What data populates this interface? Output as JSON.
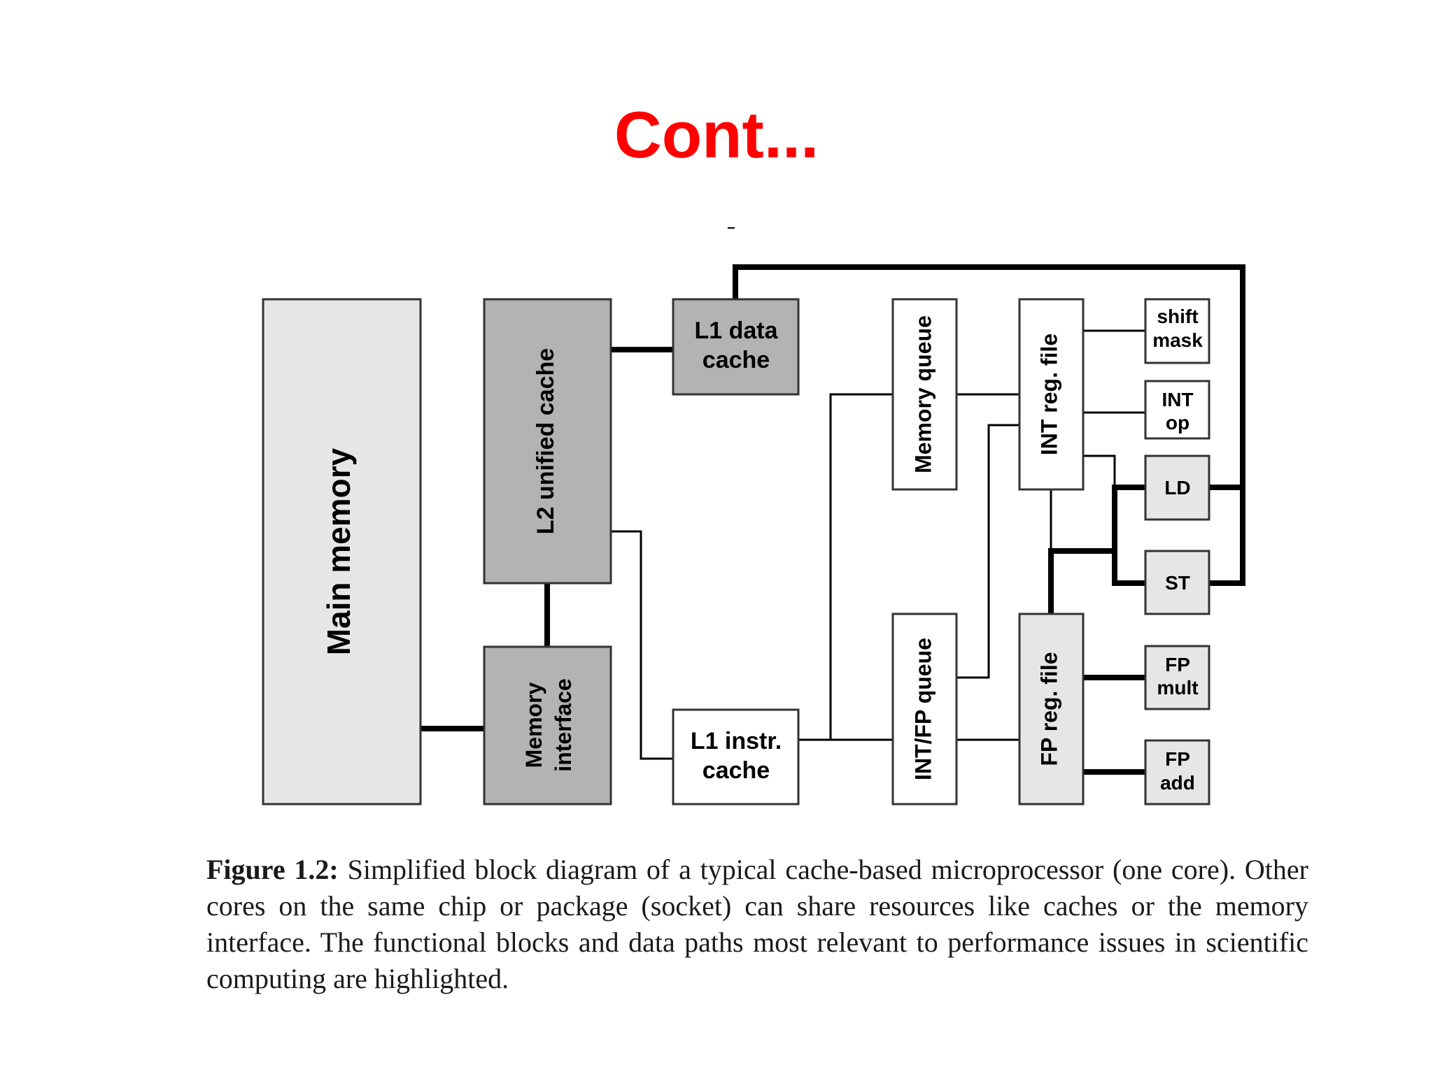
{
  "slide": {
    "title": "Cont..."
  },
  "diagram": {
    "colors": {
      "dark_block": "#b3b3b3",
      "light_block": "#e6e6e6",
      "white_block": "#ffffff",
      "stroke": "#000000"
    },
    "blocks": {
      "main_memory": "Main memory",
      "l2_cache": "L2 unified cache",
      "memory_interface": [
        "Memory",
        "interface"
      ],
      "l1_data_cache": [
        "L1 data",
        "cache"
      ],
      "l1_instr_cache": [
        "L1 instr.",
        "cache"
      ],
      "memory_queue": "Memory queue",
      "int_fp_queue": "INT/FP queue",
      "int_reg_file": "INT reg. file",
      "fp_reg_file": "FP reg. file",
      "shift_mask": [
        "shift",
        "mask"
      ],
      "int_op": [
        "INT",
        "op"
      ],
      "ld": "LD",
      "st": "ST",
      "fp_mult": [
        "FP",
        "mult"
      ],
      "fp_add": [
        "FP",
        "add"
      ]
    }
  },
  "caption": {
    "label": "Figure 1.2:",
    "text": " Simplified block diagram of a typical cache-based microprocessor (one core). Other cores on the same chip or package (socket) can share resources like caches or the memory interface. The functional blocks and data paths most relevant to performance issues in scientific computing are highlighted."
  }
}
